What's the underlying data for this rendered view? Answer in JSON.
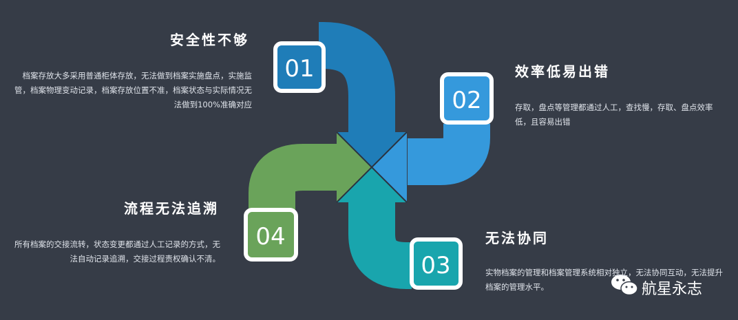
{
  "items": [
    {
      "number": "01",
      "title": "安全性不够",
      "description": "档案存放大多采用普通柜体存放，无法做到档案实施盘点，实施监管，档案物理变动记录，档案存放位置不准，档案状态与实际情况无法做到100%准确对应",
      "color": "#1f7db8"
    },
    {
      "number": "02",
      "title": "效率低易出错",
      "description": "存取，盘点等管理都通过人工，查找慢，存取、盘点效率低，且容易出错",
      "color": "#3599dc"
    },
    {
      "number": "03",
      "title": "无法协同",
      "description": "实物档案的管理和档案管理系统相对独立，无法协同互动，无法提升档案的管理水平。",
      "color": "#19a5ad"
    },
    {
      "number": "04",
      "title": "流程无法追溯",
      "description": "所有档案的交接流转，状态变更都通过人工记录的方式，无法自动记录追溯，交接过程责权确认不清。",
      "color": "#6aa35a"
    }
  ],
  "watermark": {
    "text": "航星永志",
    "icon": "wechat-icon"
  }
}
